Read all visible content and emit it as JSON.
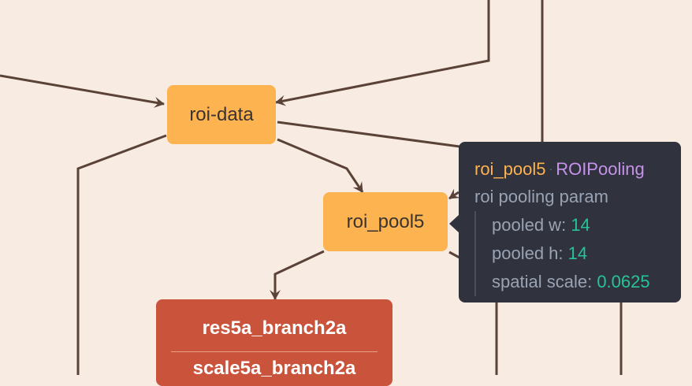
{
  "nodes": {
    "roi_data": {
      "label": "roi-data"
    },
    "roi_pool5": {
      "label": "roi_pool5"
    },
    "res5a_branch2a": {
      "label": "res5a_branch2a",
      "sublabel": "scale5a_branch2a"
    }
  },
  "tooltip": {
    "name": "roi_pool5",
    "separator": "·",
    "type": "ROIPooling",
    "section": "roi pooling param",
    "params": [
      {
        "key": "pooled w:",
        "value": "14"
      },
      {
        "key": "pooled h:",
        "value": "14"
      },
      {
        "key": "spatial scale:",
        "value": "0.0625"
      }
    ]
  },
  "colors": {
    "background": "#f8ebe2",
    "data_node": "#fdb350",
    "conv_node": "#c9533b",
    "edge": "#5a4237",
    "tooltip_bg": "#30323d",
    "tooltip_name": "#fdb350",
    "tooltip_type": "#c792ea",
    "tooltip_value": "#26c496"
  }
}
